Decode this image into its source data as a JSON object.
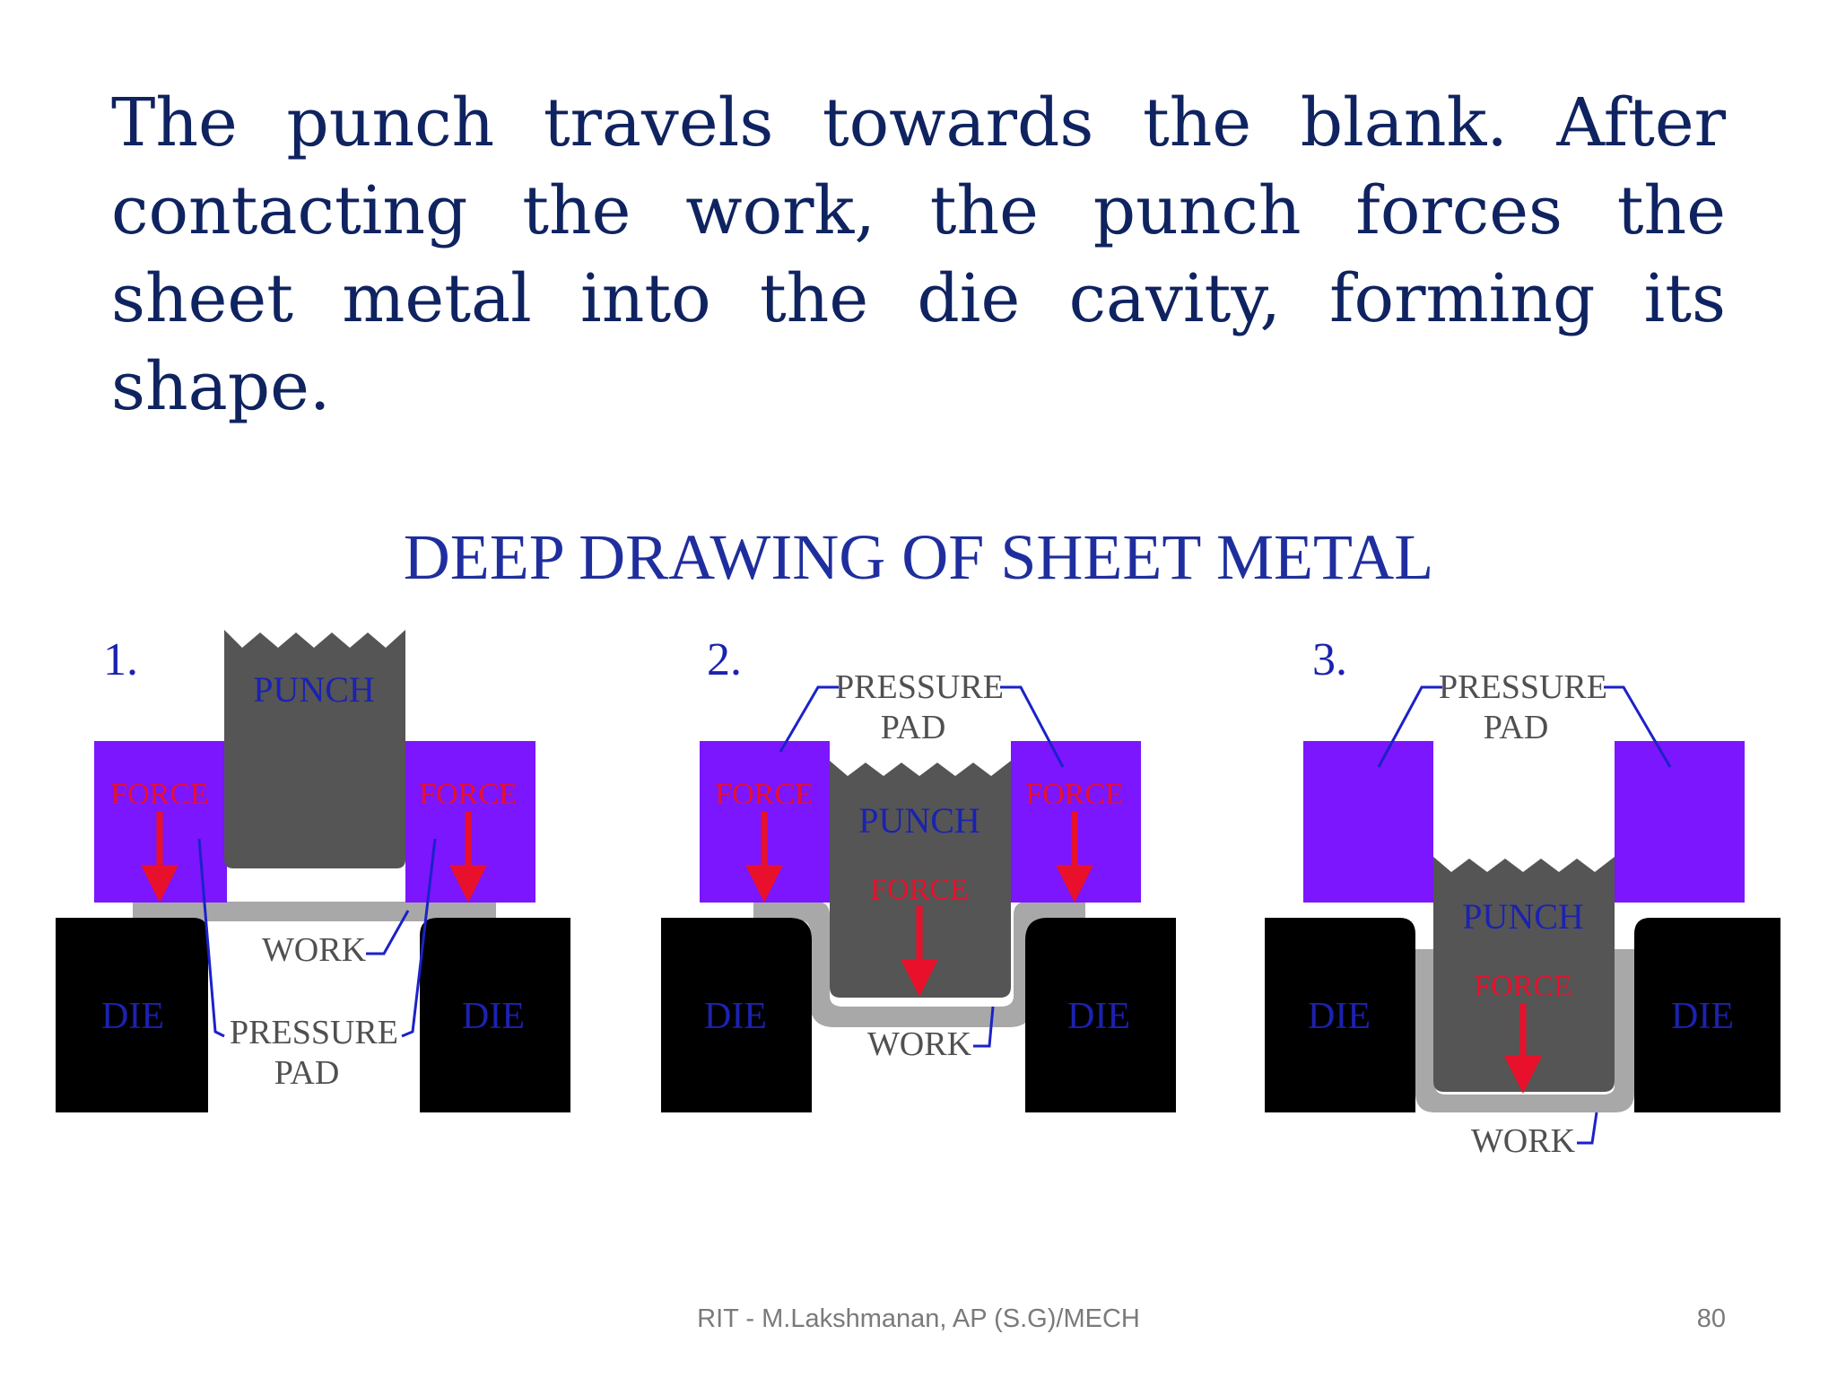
{
  "slide": {
    "body_text": "The punch travels towards the blank. After contacting the work, the punch forces the sheet metal into the die cavity, forming its shape."
  },
  "diagram": {
    "title": "DEEP DRAWING OF SHEET METAL",
    "steps": [
      {
        "number": "1.",
        "punch": "PUNCH",
        "force_left": "FORCE",
        "force_right": "FORCE",
        "die_left": "DIE",
        "die_right": "DIE",
        "work": "WORK",
        "pressure_line1": "PRESSURE",
        "pressure_line2": "PAD"
      },
      {
        "number": "2.",
        "pressure_line1": "PRESSURE",
        "pressure_line2": "PAD",
        "force_left": "FORCE",
        "force_right": "FORCE",
        "punch": "PUNCH",
        "punch_force": "FORCE",
        "die_left": "DIE",
        "die_right": "DIE",
        "work": "WORK"
      },
      {
        "number": "3.",
        "pressure_line1": "PRESSURE",
        "pressure_line2": "PAD",
        "punch": "PUNCH",
        "punch_force": "FORCE",
        "die_left": "DIE",
        "die_right": "DIE",
        "work": "WORK"
      }
    ],
    "colors": {
      "title": "#1f2e9e",
      "pad": "#7b16ff",
      "punch": "#555555",
      "work": "#a8a8a8",
      "die": "#000000",
      "force": "#e8102b",
      "label_blue": "#1b22b0",
      "leader": "#1b22c8"
    }
  },
  "footer": {
    "author": "RIT - M.Lakshmanan, AP (S.G)/MECH",
    "page": "80"
  }
}
